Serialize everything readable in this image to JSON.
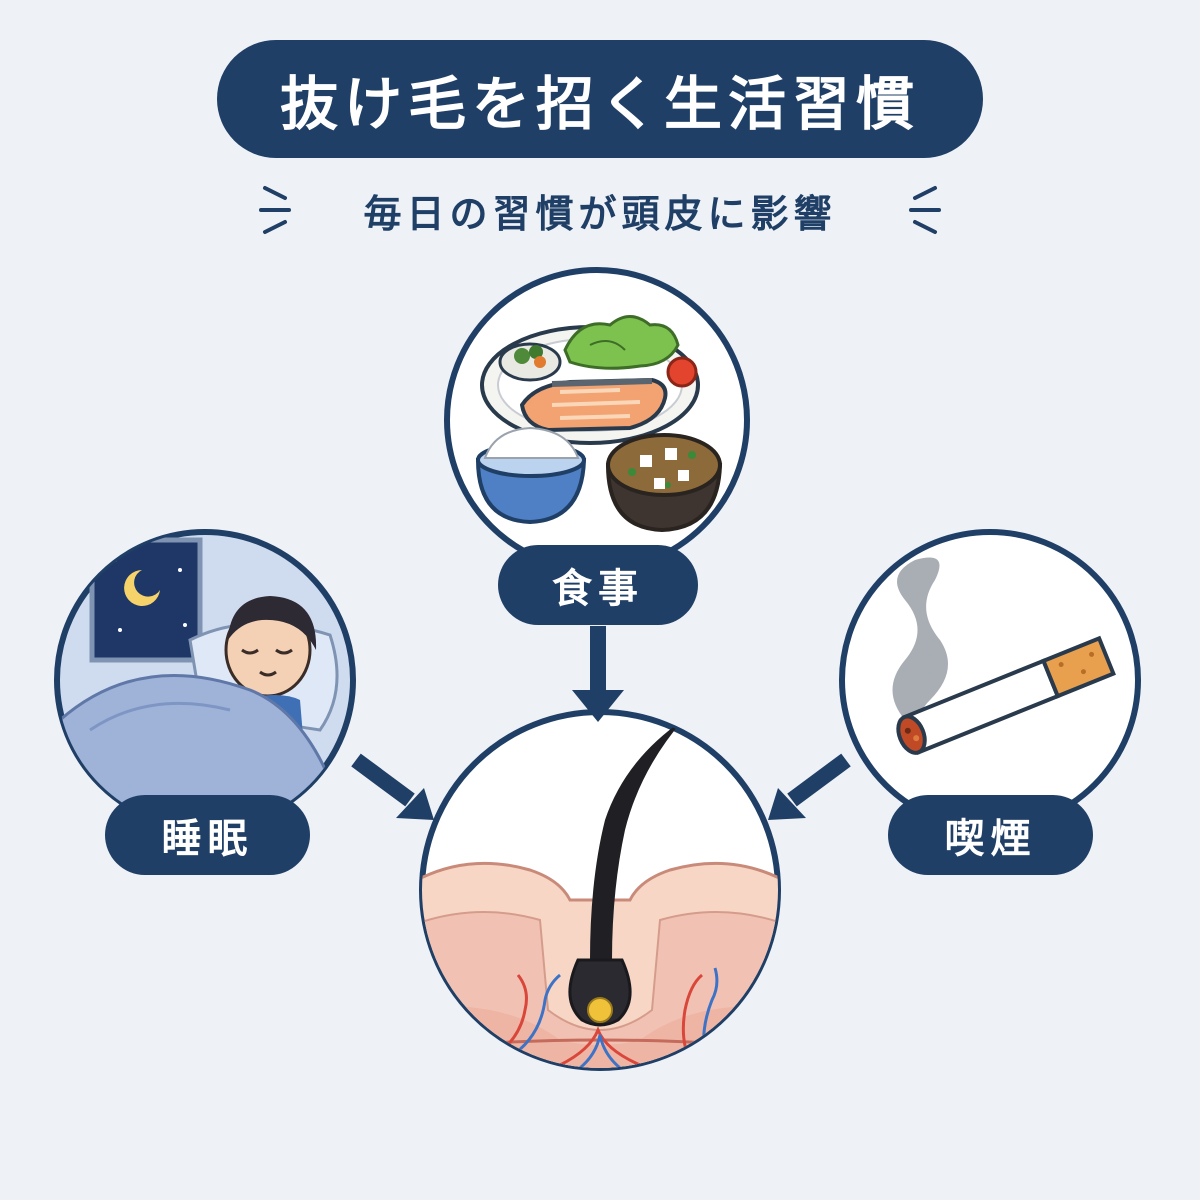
{
  "title": "抜け毛を招く生活習慣",
  "subtitle": "毎日の習慣が頭皮に影響",
  "habits": {
    "food": "食事",
    "sleep": "睡眠",
    "smoking": "喫煙"
  },
  "colors": {
    "navy": "#1f3f66",
    "background": "#eef1f6",
    "skin": "#f1c2b3"
  },
  "icons": [
    "meal-icon",
    "sleeping-person-icon",
    "cigarette-icon",
    "hair-follicle-icon"
  ]
}
